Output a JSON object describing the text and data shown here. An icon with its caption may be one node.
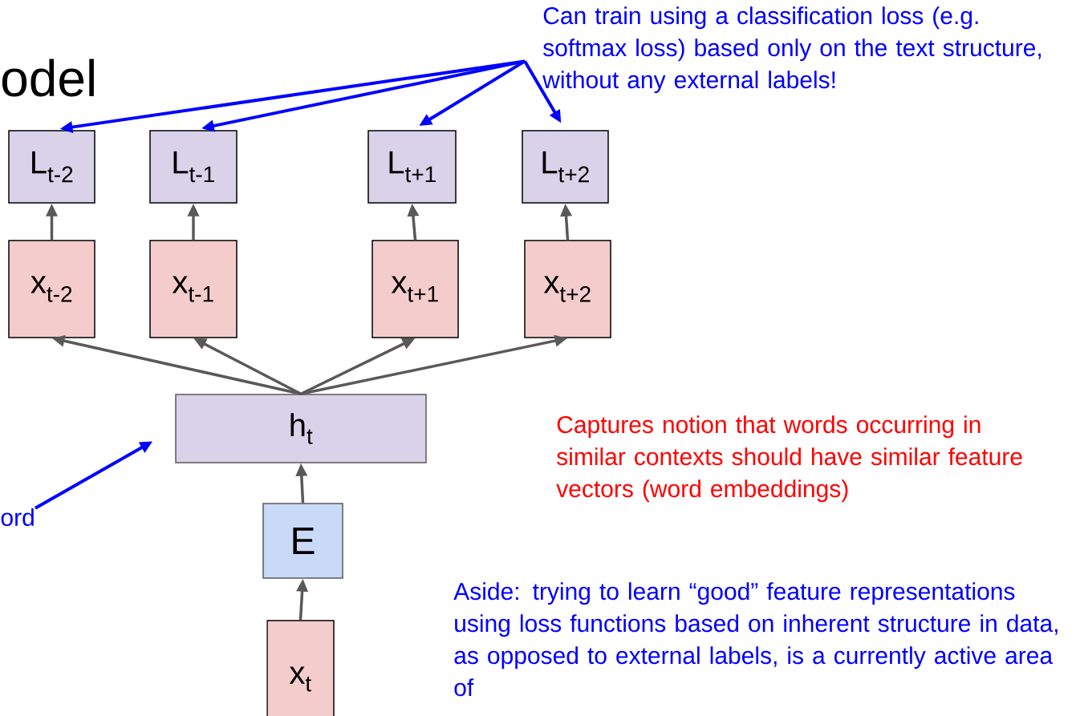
{
  "diagram": {
    "title": "odel",
    "nodes": [
      {
        "text": [
          "L$_{t-2}$"
        ]
      },
      {
        "text": [
          "L$_{t-1}$"
        ]
      },
      {
        "text": [
          "L$_{t+1}$"
        ]
      },
      {
        "text": [
          "L$_{t+2}$"
        ]
      },
      {
        "text": [
          "x$_{t-2}$"
        ]
      },
      {
        "text": [
          "x$_{t-1}$"
        ]
      },
      {
        "text": [
          "x$_{t+1}$"
        ]
      },
      {
        "text": [
          "x$_{t+2}$"
        ]
      },
      {
        "text": [
          "h$_{t}$"
        ]
      },
      {
        "text": [
          "E"
        ]
      },
      {
        "text": [
          "x$_{t}$"
        ]
      },
      {
        "text": [
          "Can train using a classification loss (e.g. softmax loss) based only on the text structure, without any external labels!"
        ]
      },
      {
        "text": [
          "ord"
        ]
      }
    ],
    "edges": [
      {
        "from": 4,
        "to": 0,
        "arrow": "to"
      },
      {
        "from": 5,
        "to": 1,
        "arrow": "to"
      },
      {
        "from": 6,
        "to": 2,
        "arrow": "to"
      },
      {
        "from": 7,
        "to": 3,
        "arrow": "to"
      },
      {
        "from": 8,
        "to": 4,
        "arrow": "to"
      },
      {
        "from": 8,
        "to": 5,
        "arrow": "to"
      },
      {
        "from": 8,
        "to": 6,
        "arrow": "to"
      },
      {
        "from": 8,
        "to": 7,
        "arrow": "to"
      },
      {
        "from": 9,
        "to": 8,
        "arrow": "to"
      },
      {
        "from": 10,
        "to": 9,
        "arrow": "to"
      },
      {
        "from": 11,
        "to": 0,
        "arrow": "to",
        "color": "#0000ff"
      },
      {
        "from": 11,
        "to": 1,
        "arrow": "to",
        "color": "#0000ff"
      },
      {
        "from": 11,
        "to": 2,
        "arrow": "to",
        "color": "#0000ff"
      },
      {
        "from": 11,
        "to": 3,
        "arrow": "to",
        "color": "#0000ff"
      },
      {
        "from": 12,
        "to": 8,
        "arrow": "to",
        "color": "#0000ff"
      }
    ],
    "labels": [
      "Captures notion that words occurring in similar contexts should have similar feature vectors (word embeddings)",
      "Aside: trying to learn “good” feature representations using loss functions based on inherent structure in data, as opposed to external labels, is a currently active area of"
    ]
  }
}
